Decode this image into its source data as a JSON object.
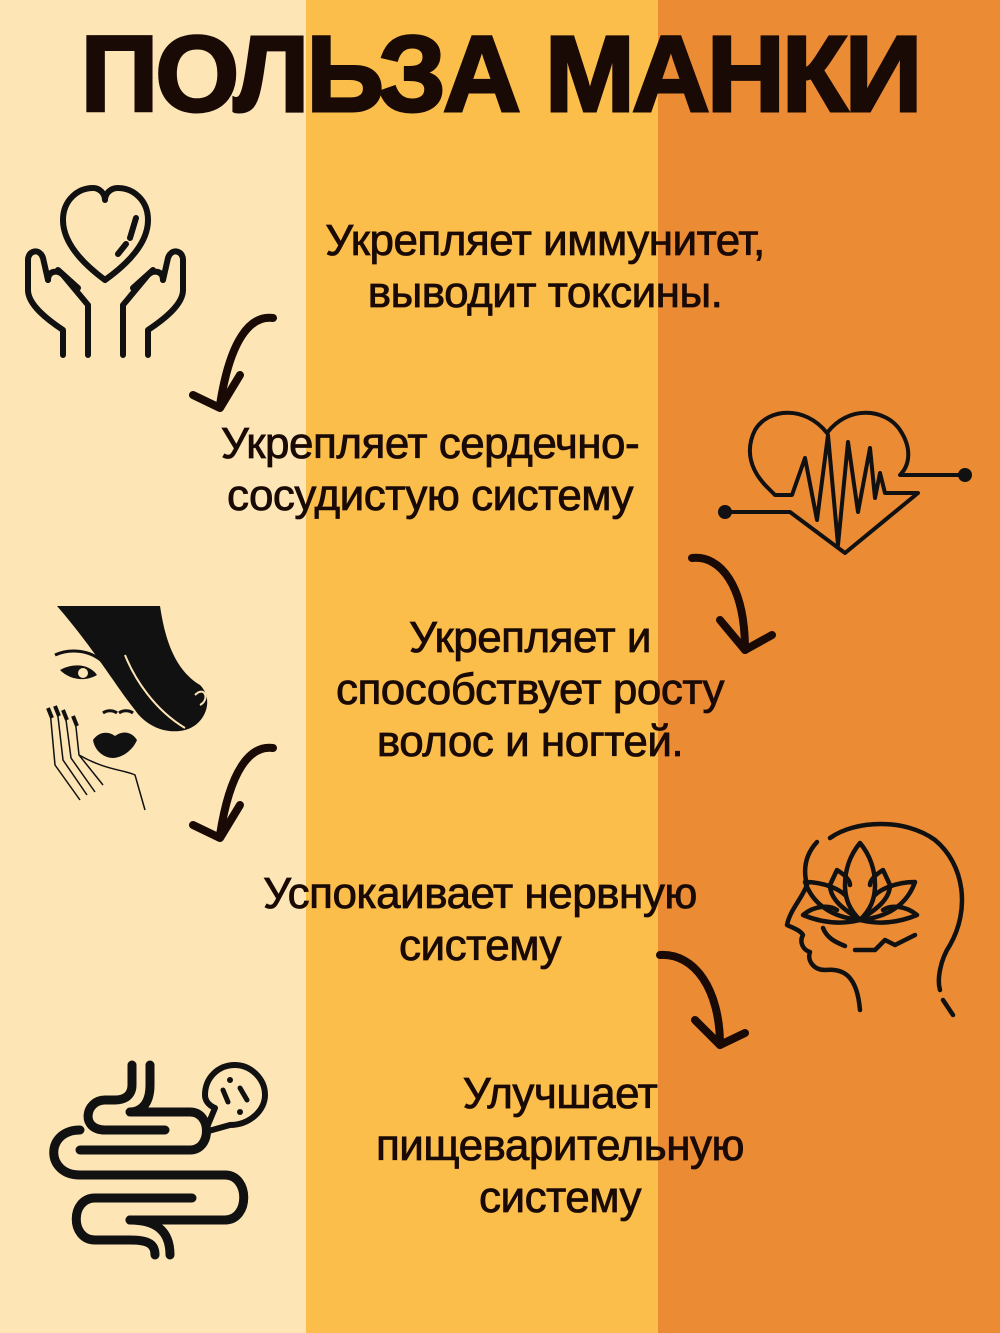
{
  "title": "ПОЛЬЗА МАНКИ",
  "colors": {
    "column_light": "#FDE5B6",
    "column_mid": "#FCBE4B",
    "column_orange": "#EB8C35",
    "text": "#1A0A06"
  },
  "benefits": [
    {
      "id": "immunity",
      "lines": [
        "Укрепляет иммунитет,",
        "выводит токсины."
      ],
      "icon": "hands-heart-icon"
    },
    {
      "id": "cardio",
      "lines": [
        "Укрепляет сердечно-",
        "сосудистую систему"
      ],
      "icon": "heart-pulse-icon"
    },
    {
      "id": "hair-nails",
      "lines": [
        "Укрепляет и",
        "способствует росту",
        "волос и ногтей."
      ],
      "icon": "woman-face-icon"
    },
    {
      "id": "nervous",
      "lines": [
        "Успокаивает нервную",
        "систему"
      ],
      "icon": "head-lotus-icon"
    },
    {
      "id": "digestive",
      "lines": [
        "Улучшает",
        "пищеварительную",
        "систему"
      ],
      "icon": "intestine-icon"
    }
  ],
  "arrows": [
    {
      "id": "arrow-1",
      "icon": "curved-arrow-down-left-icon"
    },
    {
      "id": "arrow-2",
      "icon": "curved-arrow-down-right-icon"
    },
    {
      "id": "arrow-3",
      "icon": "curved-arrow-down-left-icon"
    },
    {
      "id": "arrow-4",
      "icon": "curved-arrow-down-right-icon"
    }
  ]
}
